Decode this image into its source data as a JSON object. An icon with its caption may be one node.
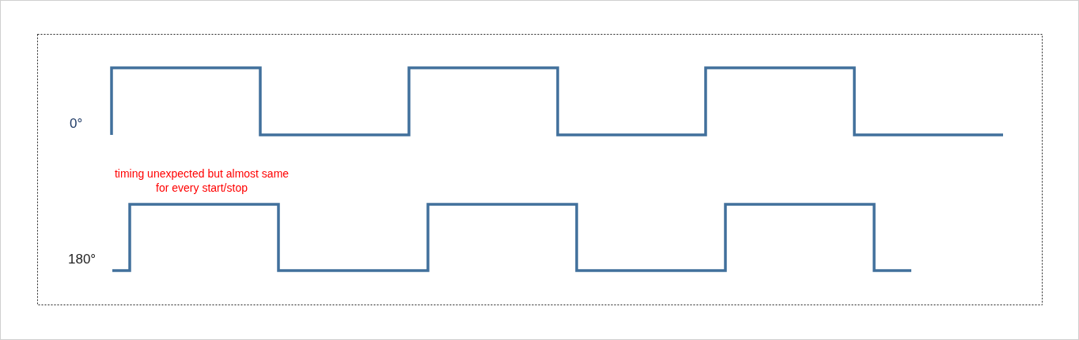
{
  "diagram": {
    "labels": [
      "0°",
      "timing unexpected but almost same for every start/stop",
      "180°"
    ]
  }
}
